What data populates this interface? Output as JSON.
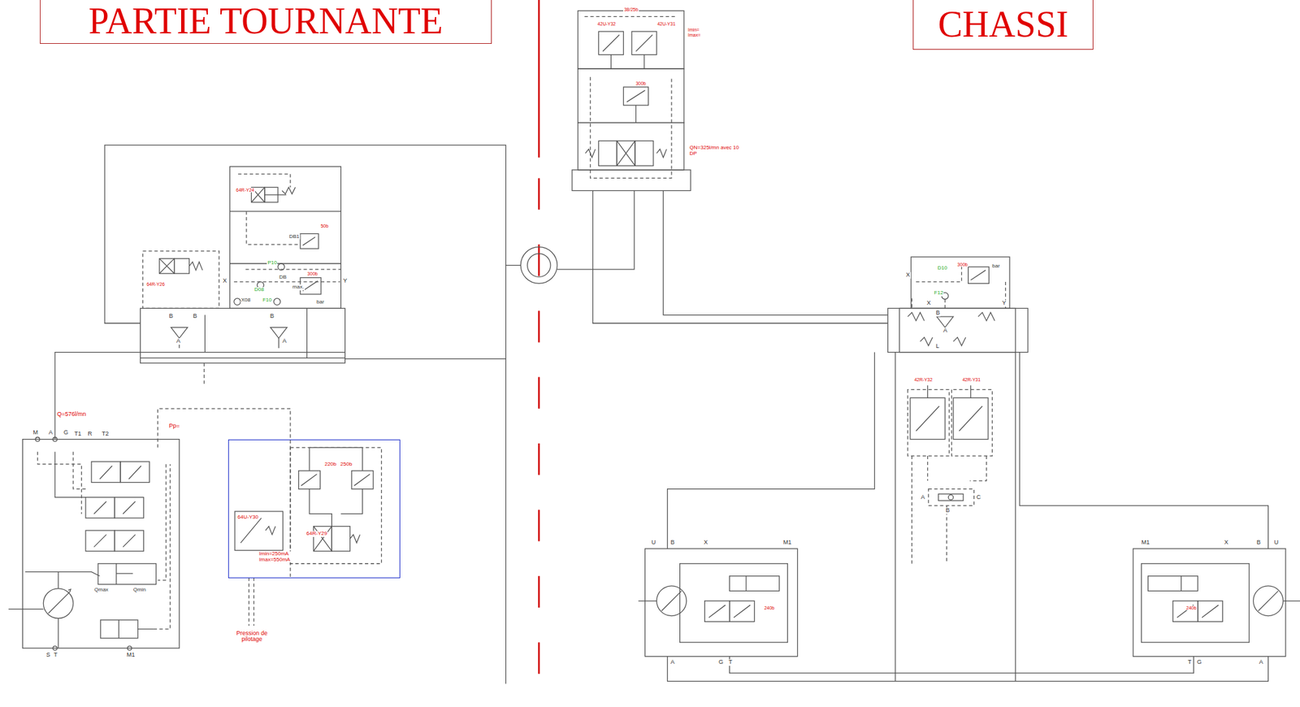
{
  "diagram": {
    "nodes": [
      {
        "text": [
          "PARTIE TOURNANTE"
        ]
      },
      {
        "text": [
          "CHASSI"
        ]
      },
      {
        "text": [
          "64U-Y30",
          "Imin=250mA Imax=550mA",
          "220b",
          "250b",
          "64R-Y29"
        ]
      }
    ],
    "labels": [
      "Q=576l/mn",
      "Pp=",
      "M",
      "A",
      "G",
      "T1",
      "R",
      "T2",
      "Qmax",
      "Qmin",
      "S",
      "T",
      "M1",
      "Pression de pilotage",
      "64R-Y26",
      "64R-Y24",
      "50b",
      "DB1",
      "P10",
      "300b",
      "D08",
      "DB",
      "max.",
      "X",
      "Y",
      "X08",
      "F10",
      "bar",
      "A",
      "B",
      "B",
      "B",
      "A",
      "38/25b",
      "42U-Y32",
      "42U-Y31",
      "Imin= Imax=",
      "300b",
      "QN=325l/mn avec 10 DP",
      "X",
      "D10",
      "300b",
      "bar",
      "F12",
      "Y",
      "X",
      "B",
      "A",
      "L",
      "42R-Y32",
      "42R-Y31",
      "A",
      "C",
      "B",
      "U",
      "B",
      "X",
      "M1",
      "240b",
      "A",
      "G",
      "T",
      "M1",
      "X",
      "B",
      "U",
      "240b",
      "T",
      "G",
      "A"
    ]
  }
}
